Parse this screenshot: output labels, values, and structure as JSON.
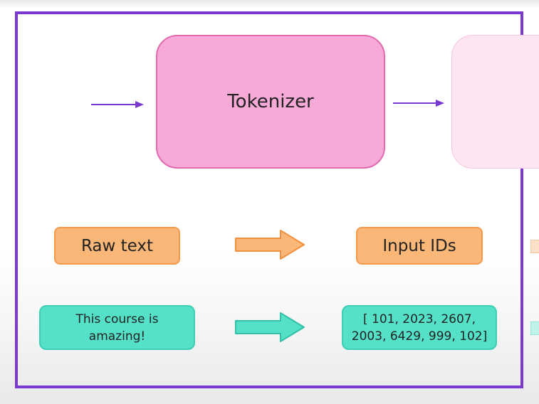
{
  "pipeline": {
    "tokenizer_label": "Tokenizer"
  },
  "legend": {
    "input_label": "Raw text",
    "output_label": "Input IDs"
  },
  "example": {
    "sentence_lines": [
      "This course is",
      "amazing!"
    ],
    "ids_lines": [
      "[ 101, 2023, 2607,",
      "2003, 6429, 999, 102]"
    ]
  },
  "colors": {
    "frame": "#7a3ad1",
    "tokenizer_fill": "#f7a9d7",
    "orange_fill": "#fbb778",
    "teal_fill": "#54e1c8"
  }
}
